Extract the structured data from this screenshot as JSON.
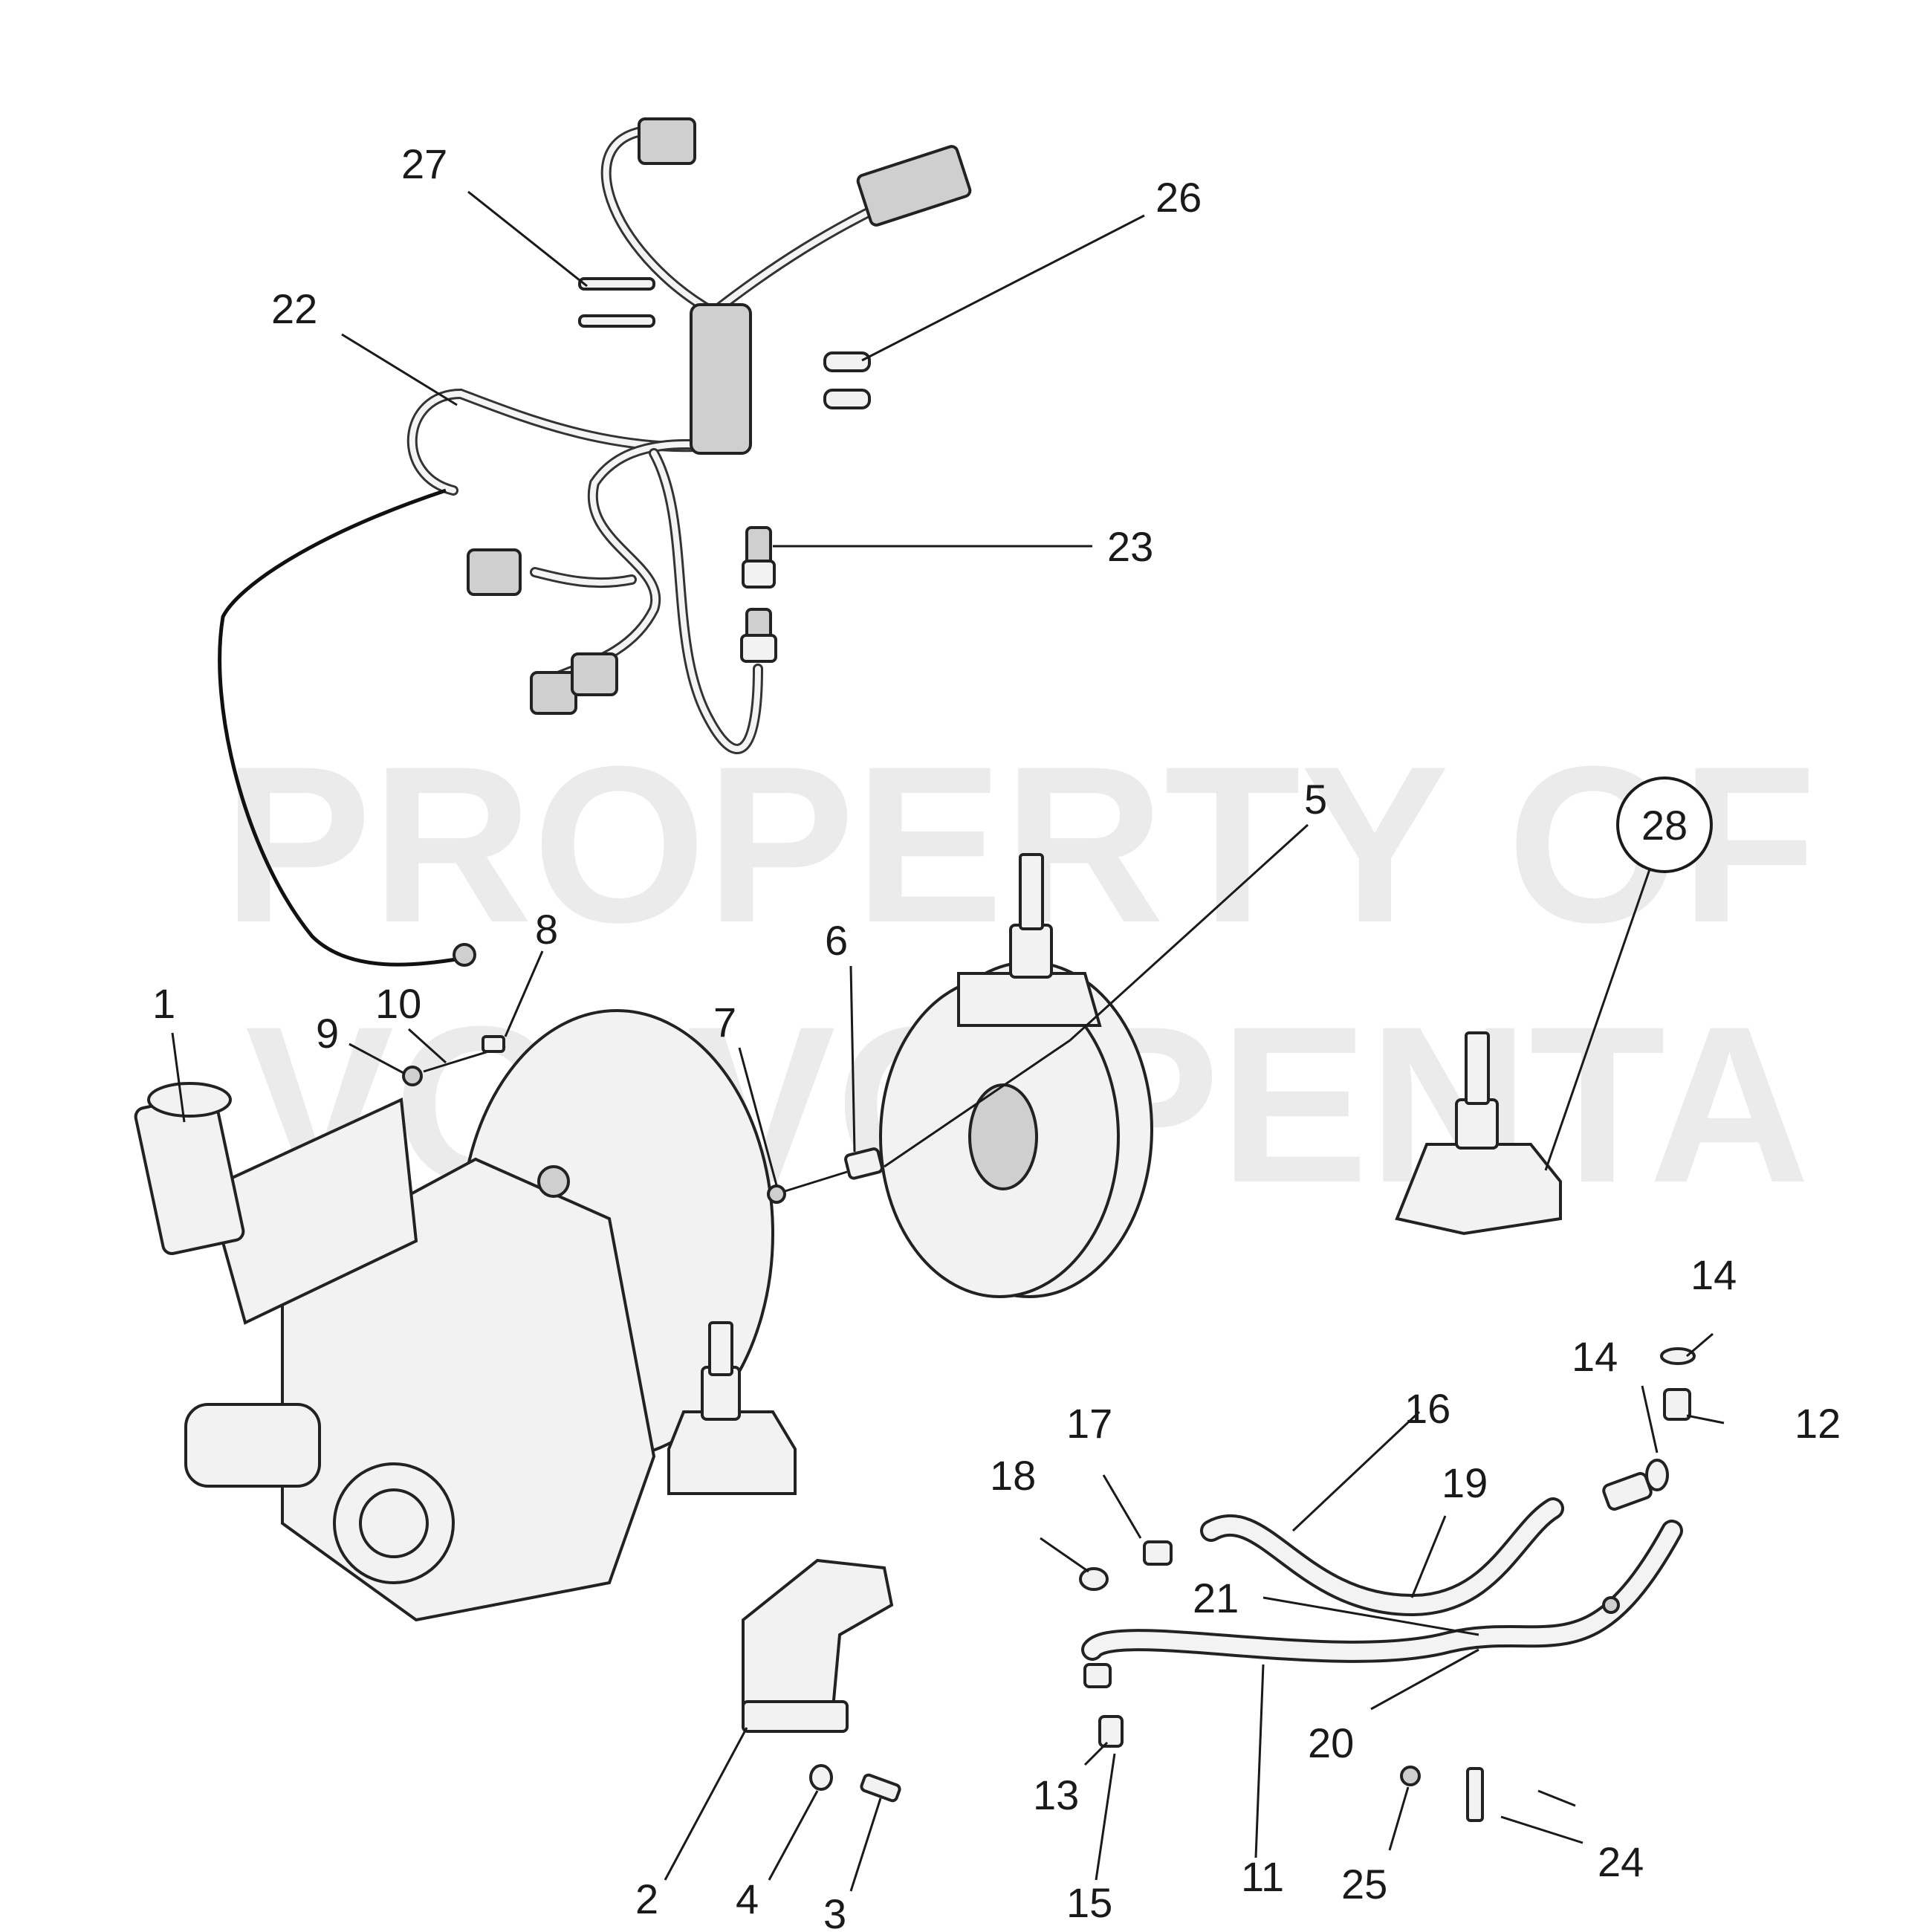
{
  "watermark": {
    "line1": "PROPERTY OF",
    "line2": "VOLVO PENTA"
  },
  "callouts": [
    "1",
    "2",
    "3",
    "4",
    "5",
    "6",
    "7",
    "8",
    "9",
    "10",
    "11",
    "12",
    "13",
    "14",
    "15",
    "16",
    "17",
    "18",
    "19",
    "20",
    "21",
    "22",
    "23",
    "24",
    "25",
    "26",
    "27",
    "28"
  ],
  "labels": {
    "c1": "1",
    "c2": "2",
    "c3": "3",
    "c4": "4",
    "c5": "5",
    "c6": "6",
    "c7": "7",
    "c8": "8",
    "c9": "9",
    "c10": "10",
    "c11": "11",
    "c12": "12",
    "c13": "13",
    "c14a": "14",
    "c14b": "14",
    "c15": "15",
    "c16": "16",
    "c17": "17",
    "c18": "18",
    "c19": "19",
    "c20": "20",
    "c21": "21",
    "c22": "22",
    "c23": "23",
    "c24": "24",
    "c25": "25",
    "c26": "26",
    "c27": "27",
    "c28": "28"
  }
}
